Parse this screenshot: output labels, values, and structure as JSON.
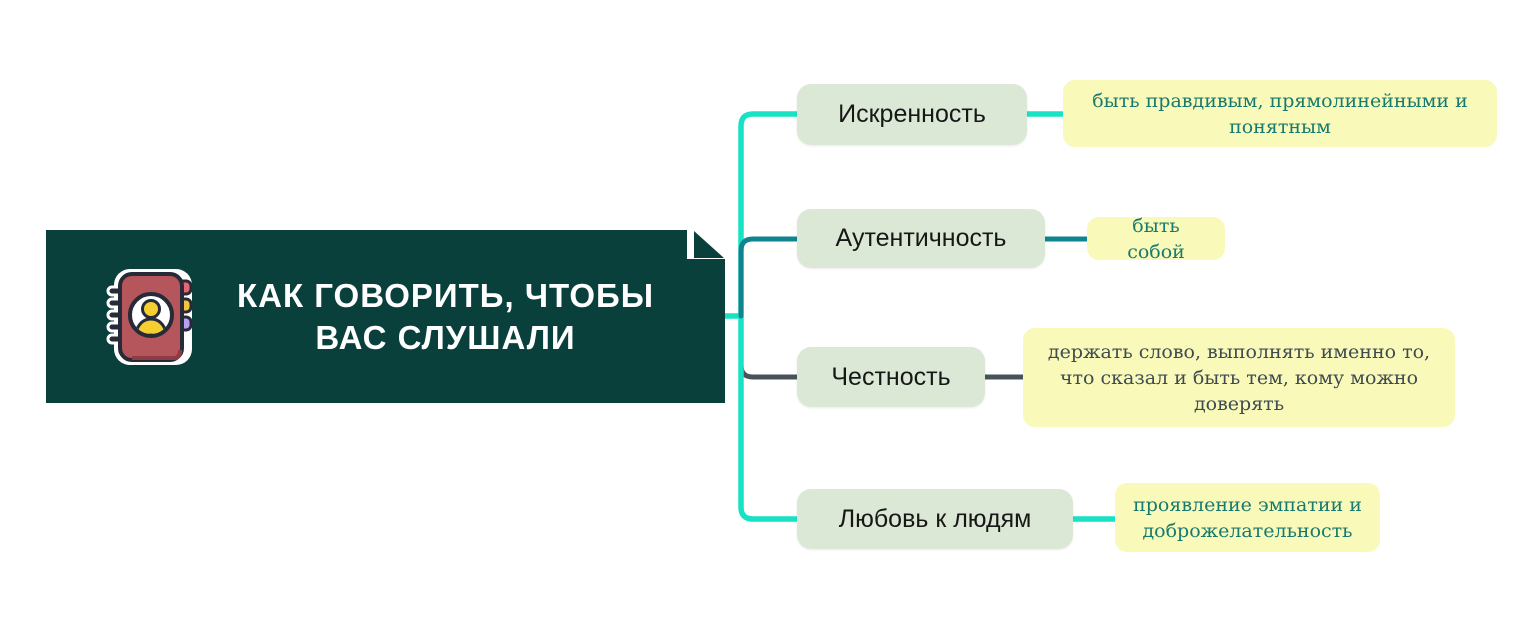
{
  "root": {
    "title_line1": "КАК ГОВОРИТЬ, ЧТОБЫ",
    "title_line2": "ВАС СЛУШАЛИ",
    "icon": "address-book-icon"
  },
  "branches": [
    {
      "id": "sincerity",
      "label": "Искренность",
      "note": "быть правдивым, прямолинейными и понятным",
      "connector_color": "#17e2c3",
      "note_text_color": "#177a6f"
    },
    {
      "id": "authenticity",
      "label": "Аутентичность",
      "note": "быть собой",
      "connector_color": "#0f8491",
      "note_text_color": "#177a6f"
    },
    {
      "id": "honesty",
      "label": "Честность",
      "note": "держать слово, выполнять именно то, что сказал и быть тем, кому можно доверять",
      "connector_color": "#475359",
      "note_text_color": "#3e4b50"
    },
    {
      "id": "love-for-people",
      "label": "Любовь к людям",
      "note": "проявление эмпатии и доброжелательность",
      "connector_color": "#17e2c3",
      "note_text_color": "#177a6f"
    }
  ],
  "colors": {
    "background": "#ffffff",
    "root_fill": "#0a403b",
    "root_text": "#ffffff",
    "node_fill": "#dce8d6",
    "node_text": "#171717",
    "note_fill": "#f9f9ba",
    "connector_cyan": "#17e2c3",
    "connector_teal": "#0f8491",
    "connector_gray": "#475359",
    "icon_cover": "#b5555c",
    "icon_outline": "#272b38",
    "icon_accent_yellow": "#f2c53d",
    "icon_accent_red": "#e8646e",
    "icon_accent_purple": "#b9a0ee"
  }
}
